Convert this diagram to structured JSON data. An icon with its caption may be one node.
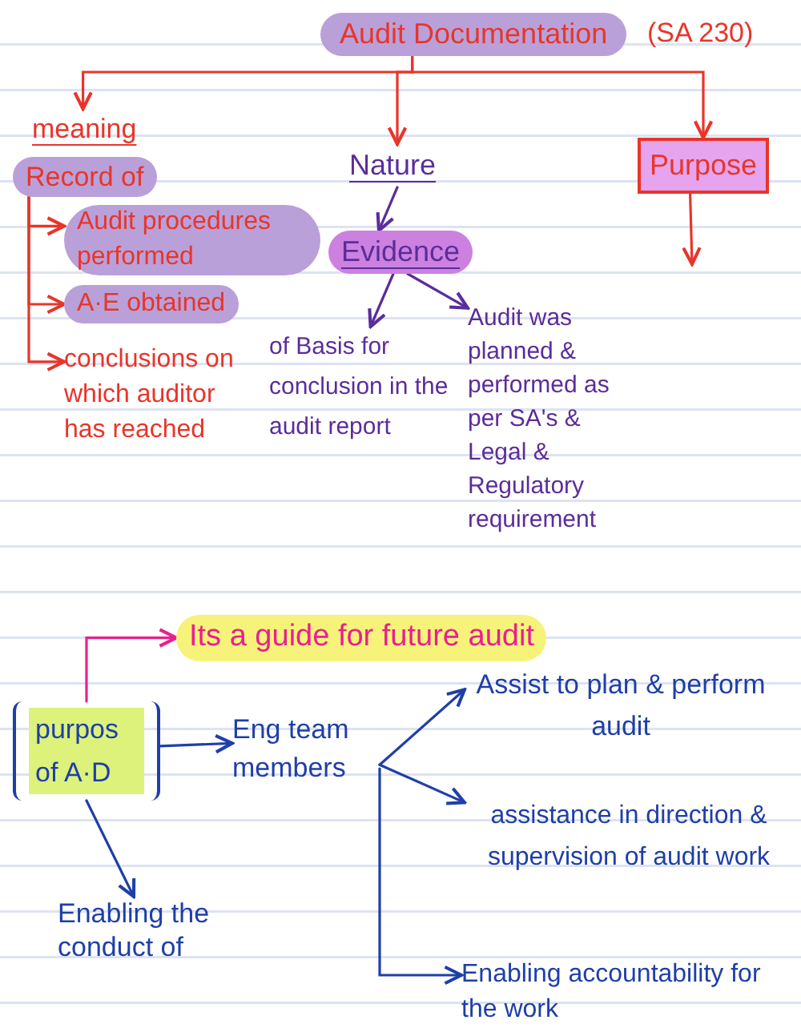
{
  "diagram": {
    "nodes": [
      {
        "text": [
          "Audit Documentation"
        ],
        "beside": [
          "(SA 230)"
        ]
      },
      {
        "text": [
          "meaning",
          "Record of"
        ]
      },
      {
        "text": [
          "Audit procedures performed"
        ]
      },
      {
        "text": [
          "A·E obtained"
        ]
      },
      {
        "text": [
          "conclusions on which auditor has reached"
        ]
      },
      {
        "text": [
          "Nature"
        ]
      },
      {
        "text": [
          "Evidence"
        ]
      },
      {
        "text": [
          "of Basis for conclusion in the audit report"
        ]
      },
      {
        "text": [
          "Audit was planned & performed as per SA's & Legal & Regulatory requirement"
        ]
      },
      {
        "text": [
          "Purpose"
        ]
      },
      {
        "text": [
          "Its a guide for future audit"
        ]
      },
      {
        "text": [
          "purpos of A·D"
        ]
      },
      {
        "text": [
          "Eng team members"
        ]
      },
      {
        "text": [
          "Assist to plan & perform audit"
        ]
      },
      {
        "text": [
          "assistance in direction & supervision of audit work"
        ]
      },
      {
        "text": [
          "Enabling accountability for the work"
        ]
      },
      {
        "text": [
          "Enabling the conduct of"
        ]
      }
    ],
    "edges": [
      {
        "from": 0,
        "to": 1,
        "arrow": "to"
      },
      {
        "from": 0,
        "to": 5,
        "arrow": "to"
      },
      {
        "from": 0,
        "to": 9,
        "arrow": "to"
      },
      {
        "from": 1,
        "to": 2,
        "arrow": "to"
      },
      {
        "from": 1,
        "to": 3,
        "arrow": "to"
      },
      {
        "from": 1,
        "to": 4,
        "arrow": "to"
      },
      {
        "from": 5,
        "to": 6,
        "arrow": "to",
        "color": "#5b2d9a"
      },
      {
        "from": 6,
        "to": 7,
        "arrow": "to",
        "color": "#5b2d9a"
      },
      {
        "from": 6,
        "to": 8,
        "arrow": "to",
        "color": "#5b2d9a"
      },
      {
        "from": 9,
        "to": null,
        "arrow": "to"
      },
      {
        "from": 11,
        "to": 10,
        "arrow": "to",
        "color": "#e8208f"
      },
      {
        "from": 11,
        "to": 12,
        "arrow": "to",
        "color": "#1f3fa8"
      },
      {
        "from": 11,
        "to": 16,
        "arrow": "to",
        "color": "#1f3fa8"
      },
      {
        "from": 12,
        "to": 13,
        "arrow": "to",
        "color": "#1f3fa8"
      },
      {
        "from": 12,
        "to": 14,
        "arrow": "to",
        "color": "#1f3fa8"
      },
      {
        "from": 12,
        "to": 15,
        "arrow": "to",
        "color": "#1f3fa8"
      }
    ]
  }
}
